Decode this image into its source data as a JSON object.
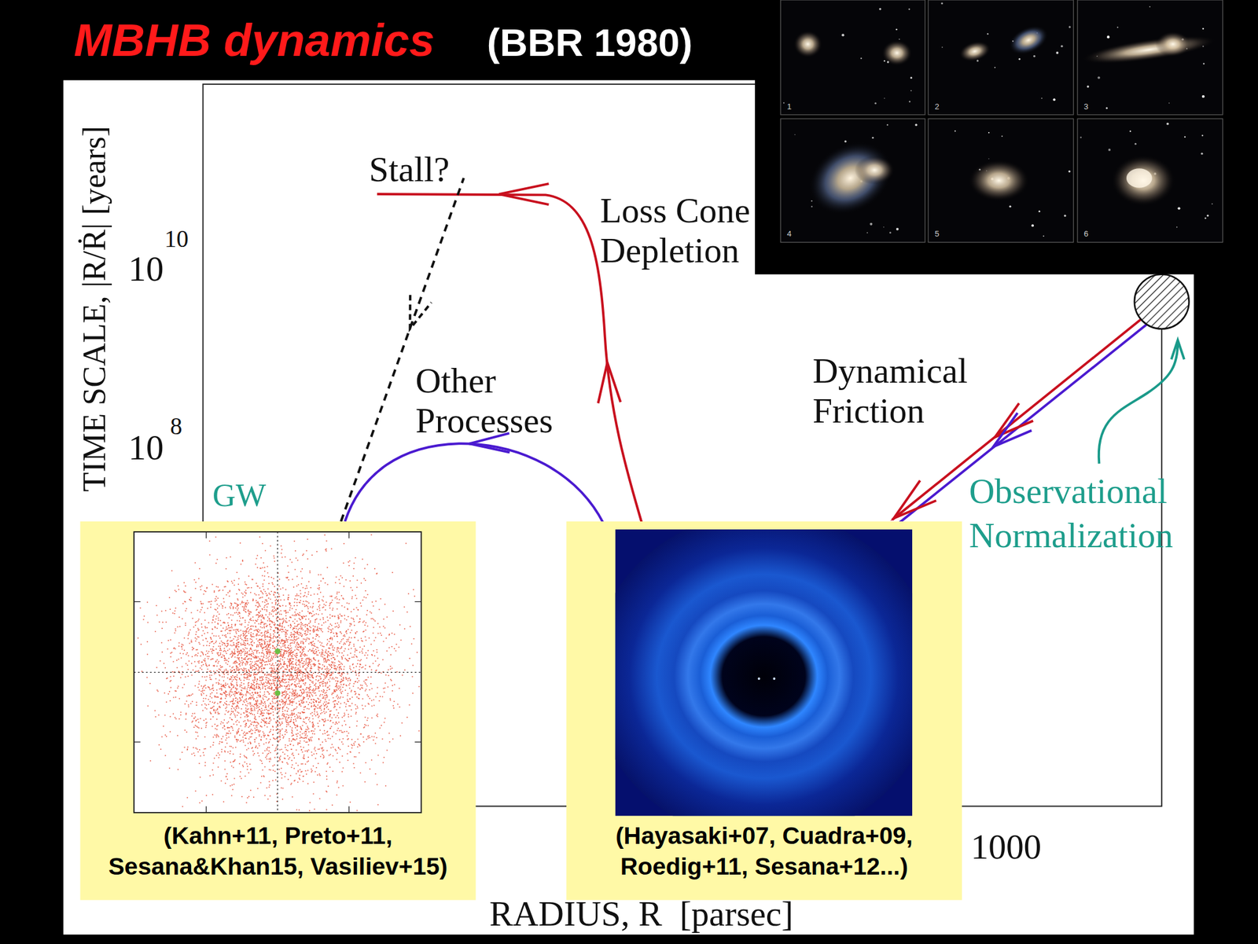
{
  "diagram": {
    "title": "MBHB dynamics",
    "nodes": [
      {
        "text": [
          "(Kahn+11, Preto+11, Sesana&Khan15, Vasiliev+15)"
        ]
      },
      {
        "text": [
          "(Hayasaki+07, Cuadra+09, Roedig+11, Sesana+12...)"
        ]
      }
    ],
    "labels": [
      "(BBR 1980)",
      "1",
      "2",
      "3",
      "4",
      "5",
      "6",
      "TIME SCALE, |R/Ṙ| [years]",
      "10",
      "10",
      "10",
      "8",
      "Stall?",
      "Loss Cone Depletion",
      "Other Processes",
      "Dynamical Friction",
      "Observational Normalization",
      "GW",
      "1000",
      "RADIUS, R  [parsec]"
    ]
  }
}
